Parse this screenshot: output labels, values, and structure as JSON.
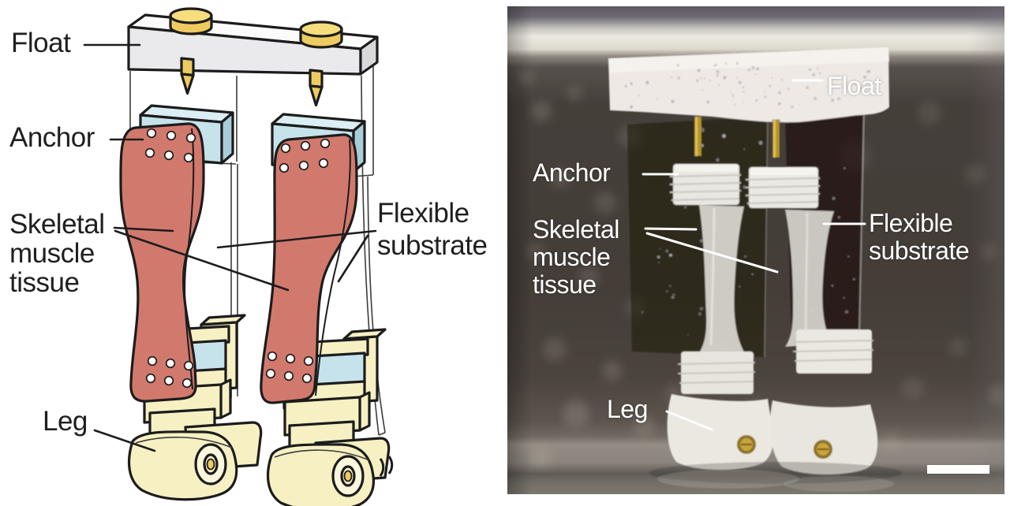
{
  "figure": {
    "schematic": {
      "labels": {
        "float": "Float",
        "anchor": "Anchor",
        "muscle": "Skeletal\nmuscle\ntissue",
        "substrate": "Flexible\nsubstrate",
        "leg": "Leg"
      }
    },
    "photo": {
      "labels": {
        "float": "Float",
        "anchor": "Anchor",
        "muscle": "Skeletal\nmuscle\ntissue",
        "substrate": "Flexible\nsubstrate",
        "leg": "Leg"
      }
    }
  },
  "colors": {
    "muscle": "#d2796d",
    "anchor": "#c6e3eb",
    "leg": "#f6f0c3",
    "gold": "#eecb60",
    "floatgray": "#eaeaec",
    "outline": "#1c1c1c",
    "label": "#ffffff"
  }
}
